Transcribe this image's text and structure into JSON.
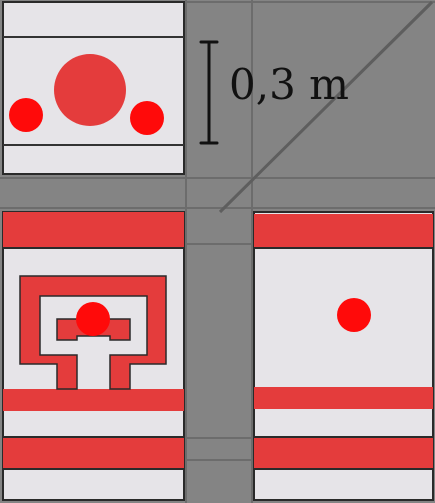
{
  "dimension_label": "0,3 m",
  "colors": {
    "background": "#848484",
    "panel": "#e6e4e8",
    "accent_red": "#e43c3c",
    "outline": "#2a2a2a",
    "grid_line": "#6e6e6e"
  },
  "shapes": {
    "big_circle": "red-circle",
    "small_circles": "red-dot",
    "meander": "red-fret-pattern"
  }
}
